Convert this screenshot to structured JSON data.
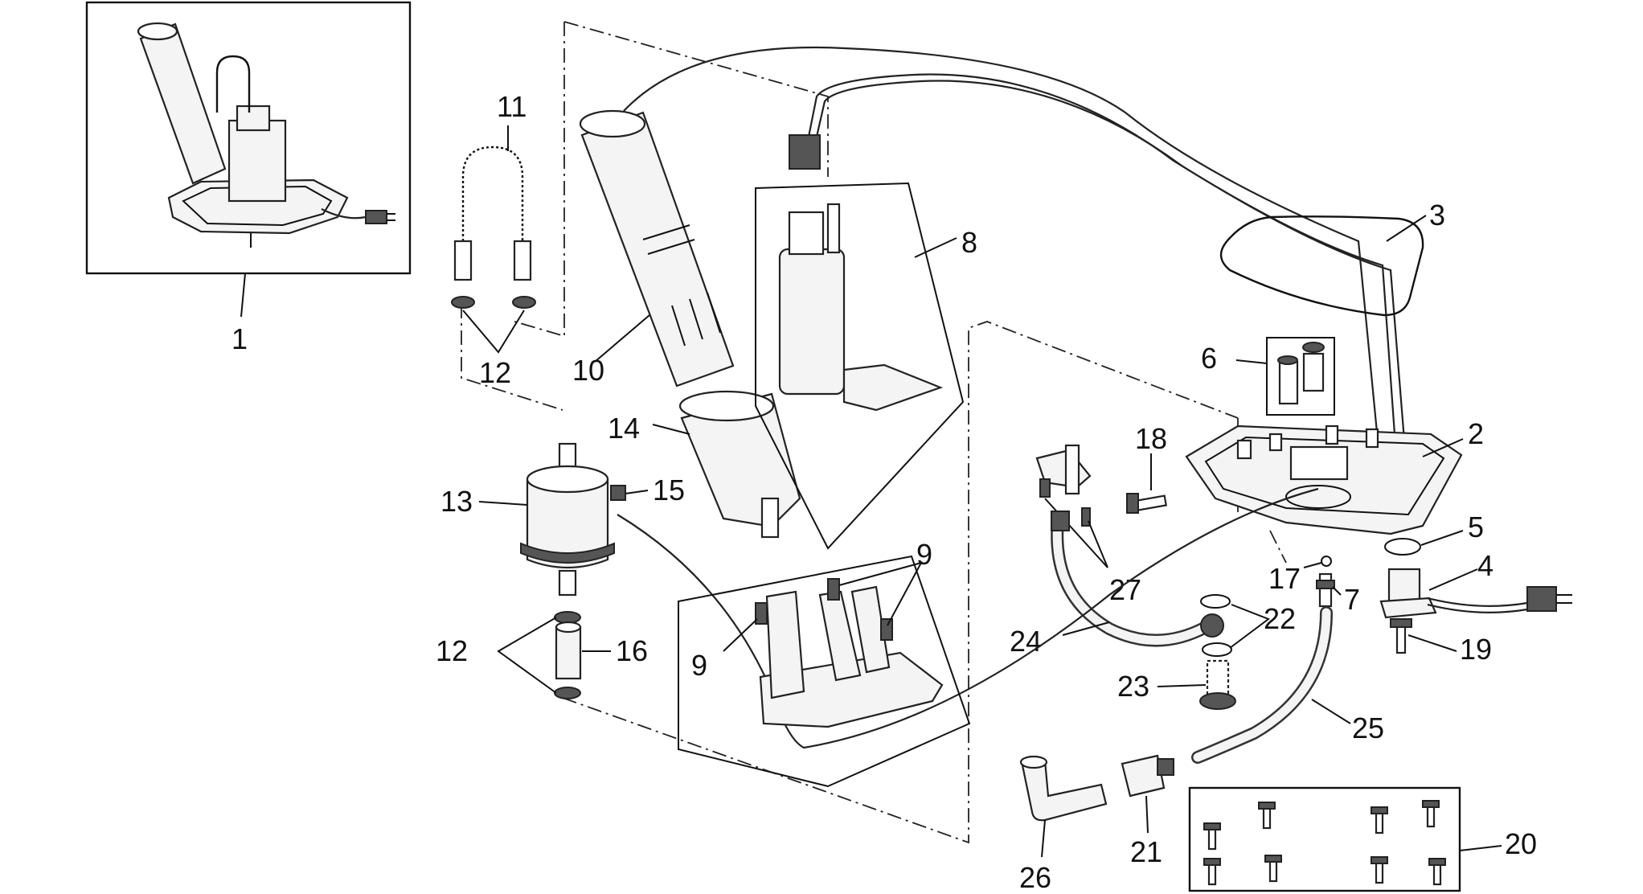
{
  "labels": {
    "l1": "1",
    "l2": "2",
    "l3": "3",
    "l4": "4",
    "l5": "5",
    "l6": "6",
    "l7": "7",
    "l8": "8",
    "l9a": "9",
    "l9b": "9",
    "l10": "10",
    "l11": "11",
    "l12a": "12",
    "l12b": "12",
    "l13": "13",
    "l14": "14",
    "l15": "15",
    "l16": "16",
    "l17": "17",
    "l18": "18",
    "l19": "19",
    "l20": "20",
    "l21": "21",
    "l22": "22",
    "l23": "23",
    "l24": "24",
    "l25": "25",
    "l26": "26",
    "l27": "27"
  }
}
